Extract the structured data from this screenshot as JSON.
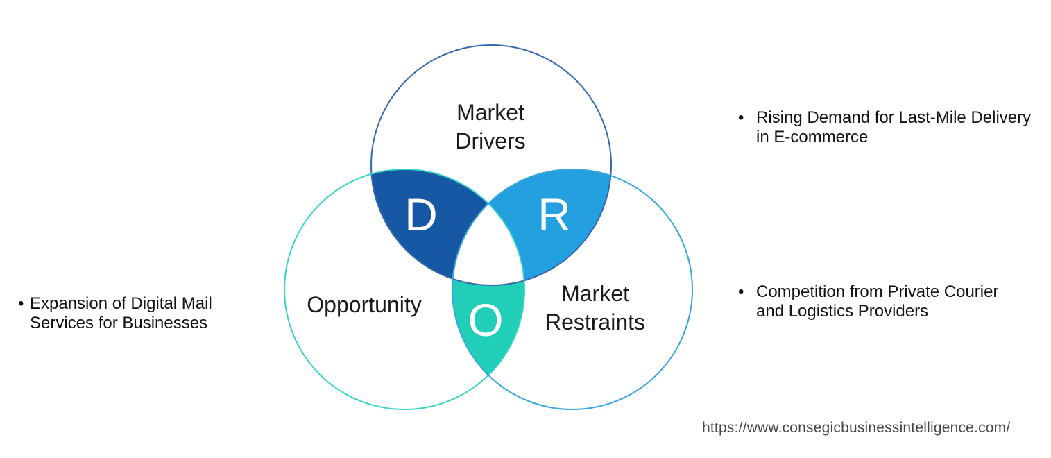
{
  "venn": {
    "circles": [
      {
        "id": "drivers",
        "label_line1": "Market",
        "label_line2": "Drivers",
        "stroke": "#3767B0"
      },
      {
        "id": "opportunity",
        "label_line1": "Opportunity",
        "label_line2": "",
        "stroke": "#38D5C4"
      },
      {
        "id": "restraints",
        "label_line1": "Market",
        "label_line2": "Restraints",
        "stroke": "#36A6DF"
      }
    ],
    "intersections": [
      {
        "id": "drivers-opportunity",
        "letter": "D",
        "fill": "#1658A4"
      },
      {
        "id": "drivers-restraints",
        "letter": "R",
        "fill": "#249FE0"
      },
      {
        "id": "opportunity-restraints",
        "letter": "O",
        "fill": "#21CFB9"
      }
    ],
    "letter_color": "#FFFFFF",
    "label_color": "#1A1A1A",
    "center_fill": "#FFFFFF"
  },
  "annotations": {
    "left": {
      "bullet": "•",
      "line1": "Expansion of Digital Mail",
      "line2": "Services for Businesses"
    },
    "right_top": {
      "bullet": "•",
      "line1": "Rising Demand for Last-Mile Delivery",
      "line2": "in E-commerce"
    },
    "right_bottom": {
      "bullet": "•",
      "line1": "Competition from Private Courier",
      "line2": "and Logistics Providers"
    }
  },
  "footer": {
    "url": "https://www.consegicbusinessintelligence.com/"
  }
}
